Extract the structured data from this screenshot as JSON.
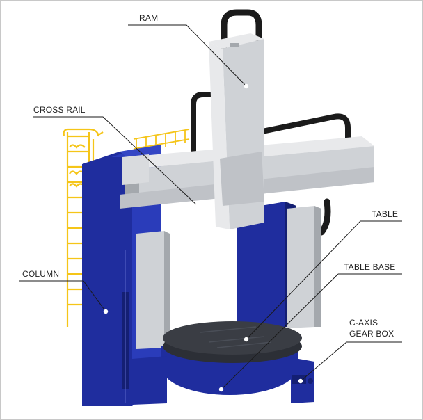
{
  "labels": {
    "ram": "RAM",
    "cross_rail": "CROSS RAIL",
    "table": "TABLE",
    "column": "COLUMN",
    "table_base": "TABLE BASE",
    "c_axis_line1": "C-AXIS",
    "c_axis_line2": "GEAR BOX"
  },
  "colors": {
    "column_blue": "#1f2d9e",
    "column_blue_dark": "#141f73",
    "steel": "#cfd2d6",
    "steel_light": "#e8e9eb",
    "steel_dark": "#a4a8ad",
    "table_top": "#3a3d44",
    "ladder_yellow": "#f5c518",
    "cable_black": "#1b1b1b"
  }
}
